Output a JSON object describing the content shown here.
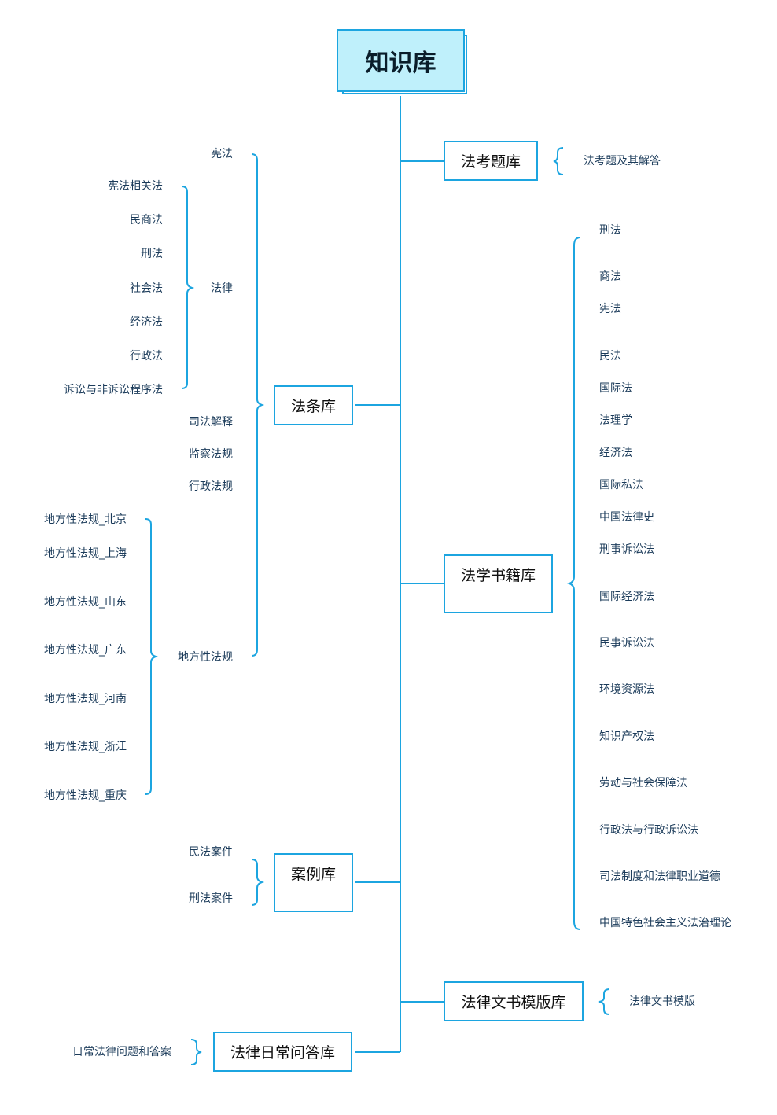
{
  "root": "知识库",
  "categories": {
    "exam": "法考题库",
    "articles": "法条库",
    "books": "法学书籍库",
    "cases": "案例库",
    "templates": "法律文书模版库",
    "qa": "法律日常问答库"
  },
  "exam_items": [
    "法考题及其解答"
  ],
  "articles": {
    "constitution": "宪法",
    "law": "法律",
    "law_items": [
      "宪法相关法",
      "民商法",
      "刑法",
      "社会法",
      "经济法",
      "行政法",
      "诉讼与非诉讼程序法"
    ],
    "judicial_interpretation": "司法解释",
    "supervision_regulation": "监察法规",
    "administrative_regulation": "行政法规",
    "local": "地方性法规",
    "local_items": [
      "地方性法规_北京",
      "地方性法规_上海",
      "地方性法规_山东",
      "地方性法规_广东",
      "地方性法规_河南",
      "地方性法规_浙江",
      "地方性法规_重庆"
    ]
  },
  "book_items": [
    "刑法",
    "商法",
    "宪法",
    "民法",
    "国际法",
    "法理学",
    "经济法",
    "国际私法",
    "中国法律史",
    "刑事诉讼法",
    "国际经济法",
    "民事诉讼法",
    "环境资源法",
    "知识产权法",
    "劳动与社会保障法",
    "行政法与行政诉讼法",
    "司法制度和法律职业道德",
    "中国特色社会主义法治理论"
  ],
  "case_items": [
    "民法案件",
    "刑法案件"
  ],
  "template_items": [
    "法律文书模版"
  ],
  "qa_items": [
    "日常法律问题和答案"
  ],
  "colors": {
    "line": "#1ca5e0",
    "root_fill": "#bff0fb",
    "label_text": "#1b3b5a"
  }
}
